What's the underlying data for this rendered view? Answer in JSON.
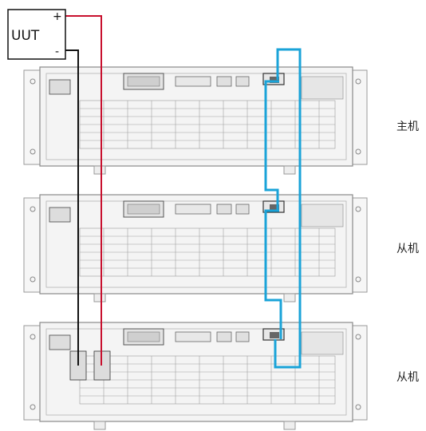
{
  "uut": {
    "label": "UUT",
    "plus": "+",
    "minus": "-"
  },
  "units": [
    {
      "role": "主机"
    },
    {
      "role": "从机"
    },
    {
      "role": "从机"
    }
  ],
  "colors": {
    "positive_wire": "#c8102e",
    "negative_wire": "#111111",
    "link_cable": "#1aa3d8",
    "chassis_line": "#8a8a8a",
    "chassis_fill": "#f4f4f4"
  }
}
